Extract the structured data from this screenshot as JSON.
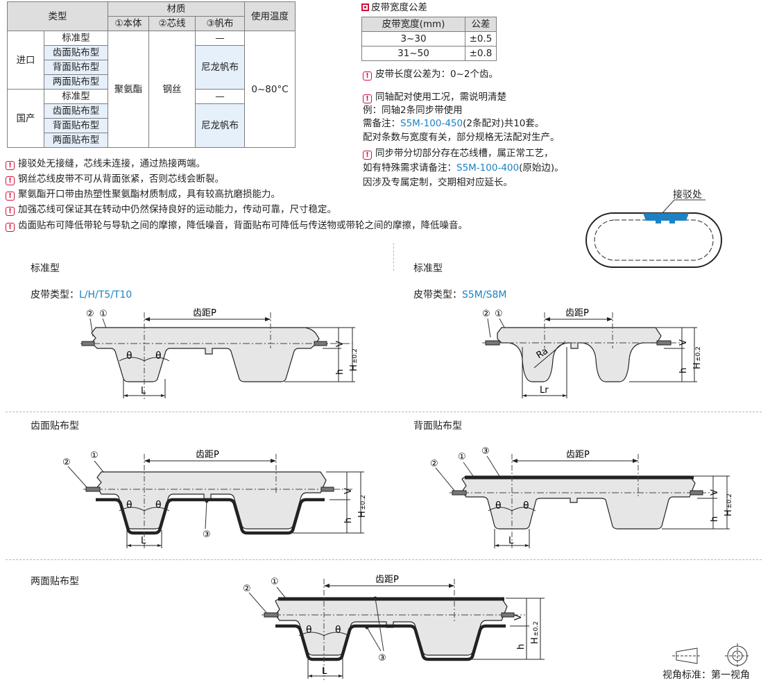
{
  "material_table": {
    "h_type": "类型",
    "h_material": "材质",
    "h_body": "①本体",
    "h_core": "②芯线",
    "h_canvas": "③帆布",
    "h_temp": "使用温度",
    "grp_import": "进口",
    "grp_domestic": "国产",
    "t_standard": "标准型",
    "t_tooth": "齿面贴布型",
    "t_back": "背面贴布型",
    "t_both": "两面贴布型",
    "v_body": "聚氨酯",
    "v_core": "钢丝",
    "v_nylon": "尼龙帆布",
    "v_dash": "—",
    "v_temp": "0~80°C"
  },
  "width_table": {
    "title": "皮带宽度公差",
    "h_width": "皮带宽度(mm)",
    "h_tol": "公差",
    "rows": [
      [
        "3~30",
        "±0.5"
      ],
      [
        "31~50",
        "±0.8"
      ]
    ]
  },
  "notes_left": [
    "接驳处无接缝，芯线未连接，通过热接两端。",
    "钢丝芯线皮带不可从背面张紧，否则芯线会断裂。",
    "聚氨酯开口带由热塑性聚氨酯材质制成，具有较高抗磨损能力。",
    "加强芯线可保证其在转动中仍然保持良好的运动能力，传动可靠，尺寸稳定。",
    "齿面贴布可降低带轮与导轨之间的摩擦，降低噪音，背面贴布可降低与传送物或带轮之间的摩擦，降低噪音。"
  ],
  "notes_right": {
    "length": "皮带长度公差为：0~2个齿。",
    "pair1": "同轴配对使用工况，需说明清楚",
    "pair2": "例：同轴2条同步带使用",
    "pair3a": "需备注：",
    "pair3code": "S5M-100-450",
    "pair3b": "(2条配对)共10套。",
    "pair4": "配对条数与宽度有关，部分规格无法配对生产。",
    "cut1": "同步带分切部分存在芯线槽，属正常工艺，",
    "cut2a": "如有特殊需求请备注：",
    "cut2code": "S5M-100-400",
    "cut2b": "(原始边)。",
    "cut3": "因涉及专属定制，交期相对应延长。"
  },
  "joint_label": "接驳处",
  "sections": {
    "s1": "标准型",
    "s1_type_label": "皮带类型：",
    "s1_type": "L/H/T5/T10",
    "s2": "标准型",
    "s2_type_label": "皮带类型：",
    "s2_type": "S5M/S8M",
    "s3": "齿面贴布型",
    "s4": "背面贴布型",
    "s5": "两面贴布型"
  },
  "dims": {
    "pitch": "齿距P",
    "theta": "θ",
    "L": "L",
    "Lr": "Lr",
    "Ra": "Ra",
    "h": "h",
    "V": "V",
    "H": "H",
    "H_tol": "±0.2",
    "c1": "①",
    "c2": "②",
    "c3": "③"
  },
  "view_label": "视角标准：第一视角",
  "colors": {
    "accent": "#1c82c4",
    "warn": "#d0103a",
    "belt": "#e6e6e6",
    "cloth": "#2a2a2a",
    "joint": "#1c82c4"
  }
}
